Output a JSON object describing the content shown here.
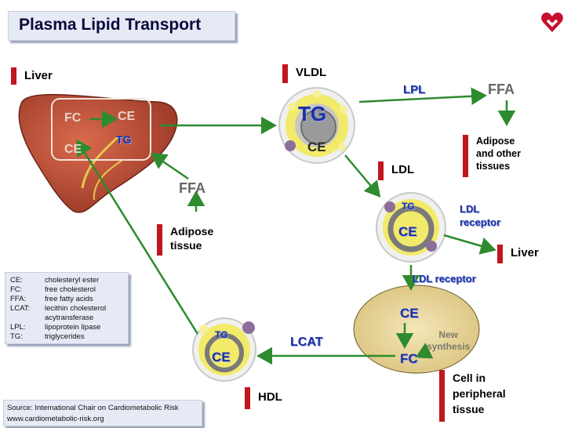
{
  "title": "Plasma Lipid Transport",
  "labels": {
    "liver_top": "Liver",
    "vldl": "VLDL",
    "ldl": "LDL",
    "hdl": "HDL",
    "liver_right": "Liver",
    "adipose_tissue": "Adipose\ntissue",
    "adipose_other": "Adipose\nand other\ntissues",
    "cell_peripheral": "Cell in\nperipheral\ntissue"
  },
  "liver_contents": {
    "fc": "FC",
    "ce_top": "CE",
    "tg": "TG",
    "ce_bottom": "CE"
  },
  "particles": {
    "vldl_tg": "TG",
    "vldl_ce": "CE",
    "ldl_tg": "TG",
    "ldl_ce": "CE",
    "hdl_tg": "TG",
    "hdl_ce": "CE"
  },
  "flow_labels": {
    "lpl": "LPL",
    "ffa_top": "FFA",
    "ffa_mid": "FFA",
    "ldl_receptor_right": "LDL\nreceptor",
    "ldl_receptor_cell": "LDL receptor",
    "lcat": "LCAT"
  },
  "cell": {
    "ce": "CE",
    "fc": "FC",
    "new_synthesis": "New\nsynthesis"
  },
  "legend": [
    {
      "abbr": "CE:",
      "desc": "cholesteryl ester"
    },
    {
      "abbr": "FC:",
      "desc": "free cholesterol"
    },
    {
      "abbr": "FFA:",
      "desc": "free fatty acids"
    },
    {
      "abbr": "LCAT:",
      "desc": "lecithin cholesterol"
    },
    {
      "abbr": "",
      "desc": "acytransferase"
    },
    {
      "abbr": "LPL:",
      "desc": "lipoprotein lipase"
    },
    {
      "abbr": "TG:",
      "desc": "triglycerides"
    }
  ],
  "source": {
    "line1": "Source: International Chair on Cardiometabolic Risk",
    "line2": "www.cardiometabolic-risk.org"
  },
  "colors": {
    "arrow": "#2e8b2e",
    "accent_red": "#c0161e",
    "label_blue": "#1a2fa6",
    "liver": "#b84a32",
    "particle_yellow": "#f2ea6a",
    "cell_fill": "#ecd89a"
  }
}
